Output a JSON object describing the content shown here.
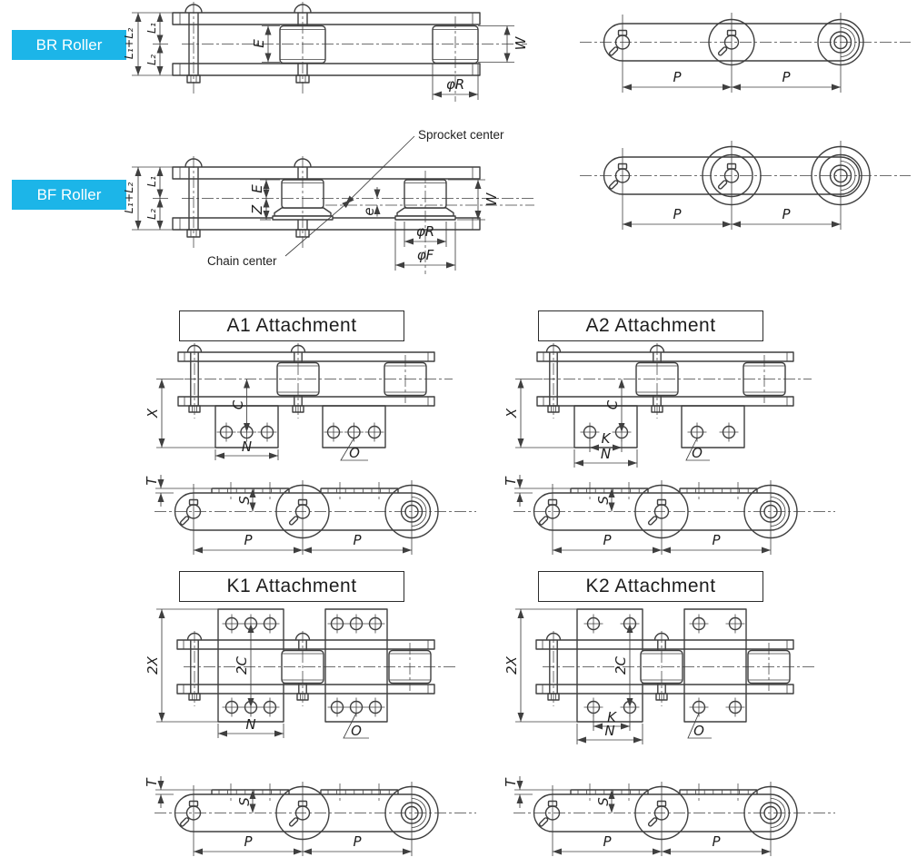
{
  "colors": {
    "accent": "#1CB5E8",
    "line": "#3F3F3F",
    "text": "#1F1F1F"
  },
  "rollers": {
    "br": {
      "label": "BR Roller",
      "top_view": {
        "dim_l_total": "L₁+L₂",
        "dim_l1": "L₁",
        "dim_l2": "L₂",
        "dim_e": "E",
        "dim_w": "W",
        "dim_phi_r": "φR"
      },
      "side_view": {
        "dim_p1": "P",
        "dim_p2": "P"
      }
    },
    "bf": {
      "label": "BF Roller",
      "top_view": {
        "callout_sprocket": "Sprocket center",
        "callout_chain": "Chain center",
        "dim_l_total": "L₁+L₂",
        "dim_l1": "L₁",
        "dim_l2": "L₂",
        "dim_e": "E",
        "dim_z": "Z",
        "dim_e_offset": "e",
        "dim_w": "W",
        "dim_phi_r": "φR",
        "dim_phi_f": "φF"
      },
      "side_view": {
        "dim_p1": "P",
        "dim_p2": "P"
      }
    }
  },
  "attachments": {
    "a1": {
      "title": "A1 Attachment",
      "side": {
        "dim_x": "X",
        "dim_c": "C",
        "dim_n": "N",
        "dim_o": "O"
      },
      "plan": {
        "dim_t": "T",
        "dim_s": "S",
        "dim_p1": "P",
        "dim_p2": "P"
      }
    },
    "a2": {
      "title": "A2 Attachment",
      "side": {
        "dim_x": "X",
        "dim_c": "C",
        "dim_k": "K",
        "dim_n": "N",
        "dim_o": "O"
      },
      "plan": {
        "dim_t": "T",
        "dim_s": "S",
        "dim_p1": "P",
        "dim_p2": "P"
      }
    },
    "k1": {
      "title": "K1 Attachment",
      "side": {
        "dim_2x": "2X",
        "dim_2c": "2C",
        "dim_n": "N",
        "dim_o": "O"
      },
      "plan": {
        "dim_t": "T",
        "dim_s": "S",
        "dim_p1": "P",
        "dim_p2": "P"
      }
    },
    "k2": {
      "title": "K2 Attachment",
      "side": {
        "dim_2x": "2X",
        "dim_2c": "2C",
        "dim_k": "K",
        "dim_n": "N",
        "dim_o": "O"
      },
      "plan": {
        "dim_t": "T",
        "dim_s": "S",
        "dim_p1": "P",
        "dim_p2": "P"
      }
    }
  }
}
